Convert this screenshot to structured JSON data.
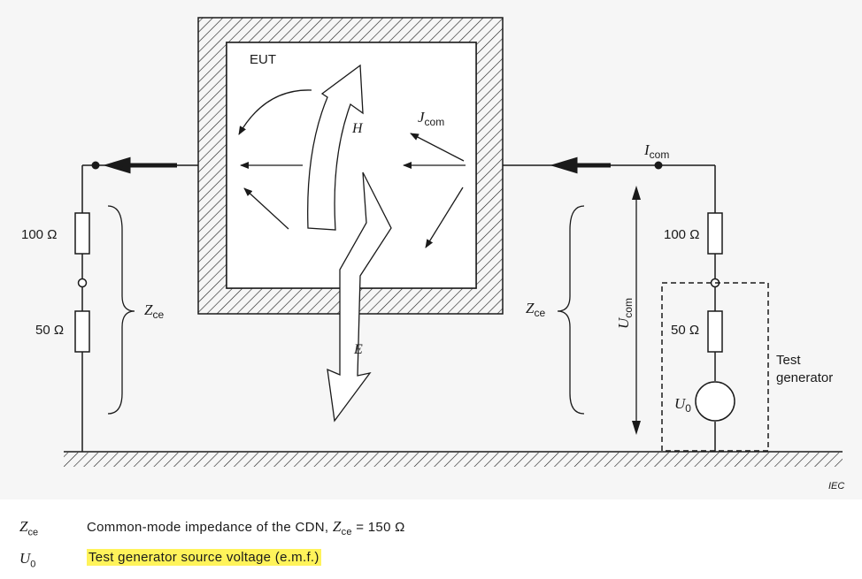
{
  "diagram": {
    "eut_label": "EUT",
    "h_label": "H",
    "e_label": "E",
    "j_label": "J",
    "j_sub": "com",
    "i_label": "I",
    "i_sub": "com",
    "u_label": "U",
    "u_sub": "com",
    "zce_label": "Z",
    "zce_sub": "ce",
    "left_resistor_top": "100 Ω",
    "left_resistor_bottom": "50 Ω",
    "right_resistor_top": "100 Ω",
    "right_resistor_bottom": "50 Ω",
    "generator_label_line1": "Test",
    "generator_label_line2": "generator",
    "source_label": "U",
    "source_sub": "0",
    "iec_mark": "IEC"
  },
  "legend": [
    {
      "symbol": "Z",
      "symbol_sub": "ce",
      "text_pre": "Common-mode impedance of the CDN, ",
      "text_sym": "Z",
      "text_sub": "ce",
      "text_post": " = 150 Ω",
      "highlighted": false
    },
    {
      "symbol": "U",
      "symbol_sub": "0",
      "text": "Test generator source voltage (e.m.f.)",
      "highlighted": true,
      "highlight_color": "#fff35a"
    }
  ],
  "colors": {
    "line": "#1a1a1a",
    "background": "#f6f6f6",
    "highlight": "#fff35a"
  }
}
